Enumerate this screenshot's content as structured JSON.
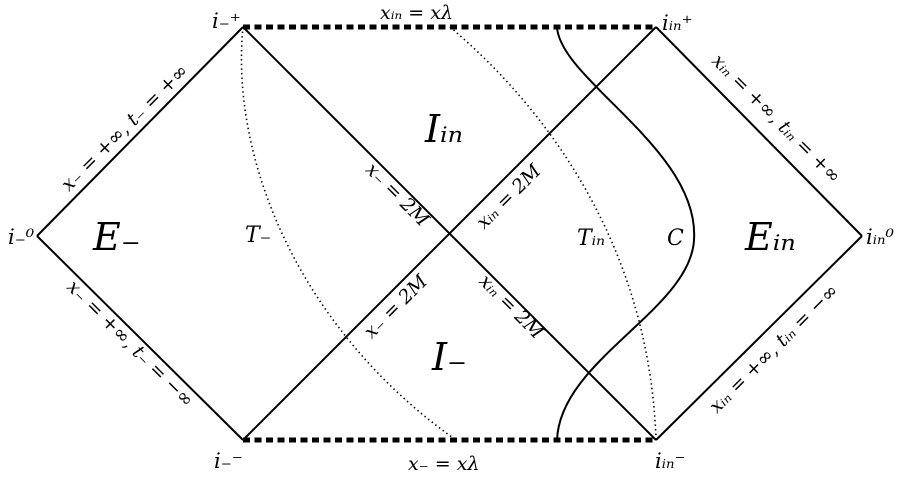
{
  "points": {
    "i_minus_plus": "i₋⁺",
    "i_in_plus": "iᵢₙ⁺",
    "i_minus_zero": "i₋⁰",
    "i_in_zero": "iᵢₙ⁰",
    "i_minus_minus": "i₋⁻",
    "i_in_minus": "iᵢₙ⁻"
  },
  "regions": {
    "E_minus": "E₋",
    "E_in": "Eᵢₙ",
    "I_in": "Iᵢₙ",
    "I_minus": "I₋"
  },
  "curves": {
    "T_minus": "T₋",
    "T_in": "Tᵢₙ",
    "C": "C"
  },
  "edges": {
    "top_singularity": "xᵢₙ = xλ",
    "bottom_singularity": "x₋ = xλ",
    "left_upper": "x₋ = +∞, t₋ = +∞",
    "left_lower": "x₋ = +∞, t₋ = −∞",
    "right_upper": "xᵢₙ = +∞, tᵢₙ = +∞",
    "right_lower": "xᵢₙ = +∞, tᵢₙ = −∞",
    "horizon_minus_upper": "x₋ = 2M",
    "horizon_minus_lower": "x₋ = 2M",
    "horizon_in_upper": "xᵢₙ = 2M",
    "horizon_in_lower": "xᵢₙ = 2M"
  }
}
